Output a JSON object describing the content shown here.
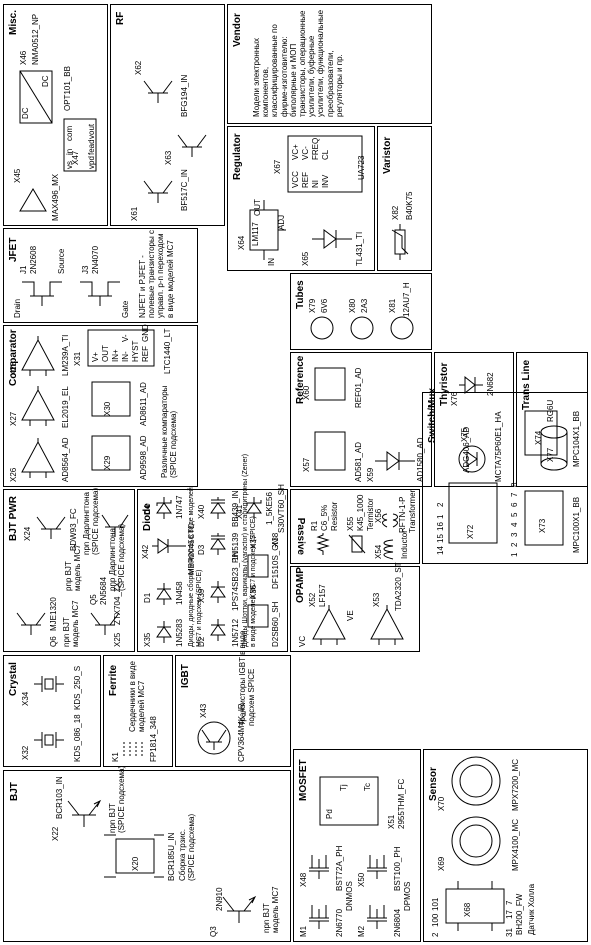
{
  "panels": {
    "bjt": {
      "title": "BJT",
      "q3": "Q3",
      "q3_part": "2N910",
      "q3_desc": "npn BJT\nмодель MC7",
      "x20": "X20",
      "x20_part": "BCR185U_IN",
      "x20_desc": "Сборка трзис.\n(SPICE подсхема)",
      "x22": "X22",
      "x22_part": "BCR103_IN",
      "x22_desc": "npn BJT\n(SPICE подсхема)"
    },
    "crystal": {
      "title": "Crystal",
      "x32": "X32",
      "x32_part": "KDS_086_18",
      "x34": "X34",
      "x34_part": "KDS_250_S"
    },
    "ferrite": {
      "title": "Ferrite",
      "k1": "K1",
      "k1_part": "FP1814_348",
      "desc": "Сердечники в виде моделей MC7"
    },
    "igbt": {
      "title": "IGBT",
      "x43": "X43",
      "x43_part": "CPV364M4K_IR",
      "desc": "Транзисторы IGBT в виде\nподсхем SPICE"
    },
    "mosfet": {
      "title": "MOSFET",
      "m1": "M1",
      "m1_part": "2N6770",
      "x48": "X48",
      "x48_part": "BST72A_PH",
      "dnmos": "DNMOS",
      "m2": "M2",
      "m2_part": "2N6804",
      "x50": "X50",
      "x50_part": "BST100_PH",
      "dpmos": "DPMOS",
      "x51": "X51",
      "x51_part": "2955THM_FC",
      "pd": "Pd",
      "tj": "Tj",
      "tc": "Tc"
    },
    "sensor": {
      "title": "Sensor",
      "x68": "X68",
      "x68_part": "BH200_FW",
      "x68_desc": "Датчик Холла",
      "x69": "X69",
      "x69_part": "MPX4100_MC",
      "x70": "X70",
      "x70_part": "MPX7200_MC",
      "pins": [
        "2",
        "100",
        "101",
        "31",
        "17",
        "7"
      ]
    },
    "bjt_pwr": {
      "title": "BJT PWR",
      "q6": "Q6",
      "q6_part": "MJE1320",
      "q6_desc": "npn BJT\nмодель MC7",
      "q5": "Q5",
      "q5_part": "2N5684",
      "q5_desc": "pnp BJT\nмодель MC7",
      "x24": "X24",
      "x24_part": "BDW93_FC",
      "x24_desc": "npn Дарлингтона\n(SPICE подсхема)",
      "x25": "X25",
      "x25_part": "ZTX704_ZX",
      "x25_desc": "pnp Дарлингтона\n(SPICE подсхема)"
    },
    "diode": {
      "title": "Diode",
      "x35": "X35",
      "x35_part": "1N5283",
      "d1": "D1",
      "d1_part": "1N458",
      "x42": "X42",
      "x42_part": "MBR2045CTD",
      "d2": "D2",
      "d2_part": "1N5712",
      "x39": "X39",
      "x39_part": "1PS74SB23_PH",
      "d3": "D3",
      "d3_part": "1N5139",
      "x40": "X40",
      "x40_part": "BB439_IN",
      "x41": "X41",
      "x41_part": "1_5KE56",
      "d4": "D4",
      "d4_part": "1N747",
      "x36": "X36",
      "x36_part": "D2SB60_SH",
      "x37": "X37",
      "x37_part": "DF1510S_GN",
      "x38": "X38",
      "x38_part": "S30VT60_SH",
      "desc_bridge": "Диоды, диодные сборки и мосты в виде моделей\nMC7 и подсхем (SPICE)",
      "desc_schottky": "Диоды Шоттки, варикапы (varactor) и стабилитроны (Zener)\nв виде моделей MC7 и подсхем (SPICE)"
    },
    "opamp": {
      "title": "OPAMP",
      "x52": "X52",
      "x52_part": "LF157",
      "vc": "VC",
      "ve": "VE",
      "x53": "X53",
      "x53_part": "TDA2320_ST"
    },
    "passive": {
      "title": "Passive",
      "r1": "R1",
      "r1_part": "C6_5%",
      "r1_desc": "Resistor",
      "x55": "X55",
      "x55_part": "K45_1000",
      "x55_desc": "Termistor",
      "x54": "X54",
      "x54_desc": "Inductor",
      "x56": "X56",
      "x56_part": "RFTN-1-P",
      "x56_desc": "Transformer"
    },
    "switch_mux": {
      "title": "Switch/Mux",
      "x72": "X72",
      "x72_part": "ADG406_AD",
      "x73": "X73",
      "x73_part": "MPC100X1_BB",
      "x74": "X74",
      "x74_part": "MPC104X1_BB",
      "pins_a": [
        "14",
        "15",
        "16",
        "1",
        "2"
      ],
      "pins_b": [
        "1",
        "2",
        "3",
        "4",
        "5",
        "6",
        "7",
        "8"
      ]
    },
    "comparator": {
      "title": "Comparator",
      "x26": "X26",
      "x26_part": "AD8564_AD",
      "x27": "X27",
      "x27_part": "EL2019_EL",
      "x28": "X28",
      "x28_part": "LM239A_TI",
      "x29": "X29",
      "x29_part": "AD9598_AD",
      "x30": "X30",
      "x30_part": "AD8611_AD",
      "x31": "X31",
      "x31_part": "LTC1440_LT",
      "pins": [
        "V+",
        "OUT",
        "IN+",
        "IN-",
        "HYST",
        "REF",
        "V-",
        "GND"
      ],
      "desc": "Различные компараторы\n(SPICE подсхема)"
    },
    "jfet": {
      "title": "JFET",
      "j1": "J1",
      "j1_part": "2N2608",
      "j3": "J3",
      "j3_part": "2N4070",
      "drain": "Drain",
      "gate": "Gate",
      "source": "Source",
      "desc": "NJFET и PJFET - полевые транзисторы с\nуправл. p-n переходом в виде моделей MC7"
    },
    "misc": {
      "title": "Misc.",
      "x45": "X45",
      "x45_part": "MAX496_MX",
      "x46": "X46",
      "x46_part": "NMA0512_NP",
      "dc1": "DC",
      "dc2": "DC",
      "x47": "X47",
      "x47_part": "OPT101_BB",
      "pins": [
        "vs",
        "in",
        "com",
        "vpd",
        "fead",
        "vout"
      ]
    },
    "rf": {
      "title": "RF",
      "x61": "X61",
      "x61_part": "BF517C_IN",
      "x62": "X62",
      "x62_part": "BFG194_IN",
      "x63": "X63"
    },
    "regulator": {
      "title": "Regulator",
      "x64": "X64",
      "x64_part": "LM117",
      "in": "IN",
      "out": "OUT",
      "adj": "ADJ",
      "x65": "X65",
      "x65_part": "TL431_TI",
      "x67": "X67",
      "x67_part": "UA723",
      "pins": [
        "VCC",
        "REF",
        "NI",
        "INV",
        "VC+",
        "VC-",
        "FREQ",
        "CL"
      ]
    },
    "varistor": {
      "title": "Varistor",
      "x82": "X82",
      "x82_part": "B40K75"
    },
    "reference": {
      "title": "Reference",
      "x57": "X57",
      "x57_part": "AD581_AD",
      "x59": "X59",
      "x59_part": "AD1580_AD",
      "x60": "X60",
      "x60_part": "REF01_AD"
    },
    "tubes": {
      "title": "Tubes",
      "x79": "X79",
      "x79_part": "6V6",
      "x80": "X80",
      "x80_part": "2A3",
      "x81": "X81",
      "x81_part": "12AU7_H"
    },
    "thyristor": {
      "title": "Thyristor",
      "x75": "X75",
      "x75_part": "MCTA75P60E1_HA",
      "x76": "X76",
      "x76_part": "2N682"
    },
    "trans_line": {
      "title": "Trans Line",
      "x77": "X77",
      "x77_part": "RG6U"
    },
    "vendor": {
      "title": "Vendor",
      "desc": "Модели электронных компонентов, классифицированные\nпо фирме-изготовителю: биполярные и МОП транзисторы,\nоперационные усилители, буферные усилители,\nфункциональные преобразователи, регуляторы и пр."
    }
  }
}
